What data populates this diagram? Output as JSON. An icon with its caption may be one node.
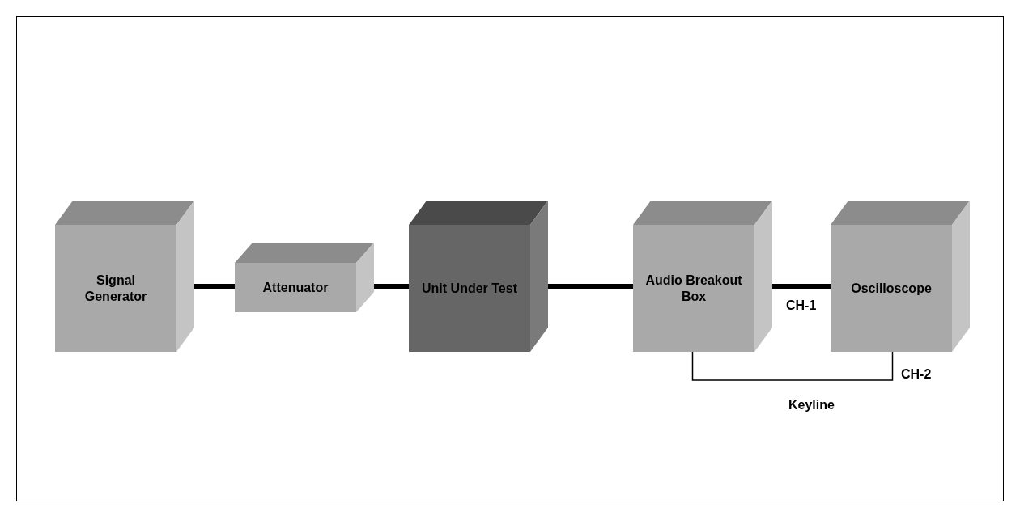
{
  "diagram": {
    "nodes": [
      {
        "text": [
          "Signal Generator"
        ]
      },
      {
        "text": [
          "Attenuator"
        ]
      },
      {
        "text": [
          "Unit Under Test"
        ]
      },
      {
        "text": [
          "Audio Breakout Box"
        ]
      },
      {
        "text": [
          "Oscilloscope"
        ]
      }
    ],
    "edges": [
      {
        "from": 0,
        "to": 1,
        "arrow": "none"
      },
      {
        "from": 1,
        "to": 2,
        "arrow": "none"
      },
      {
        "from": 2,
        "to": 3,
        "arrow": "none"
      },
      {
        "from": 3,
        "to": 4,
        "arrow": "none"
      },
      {
        "from": 3,
        "to": 4,
        "arrow": "none"
      }
    ],
    "labels": [
      "CH-1",
      "CH-2",
      "Keyline"
    ]
  }
}
